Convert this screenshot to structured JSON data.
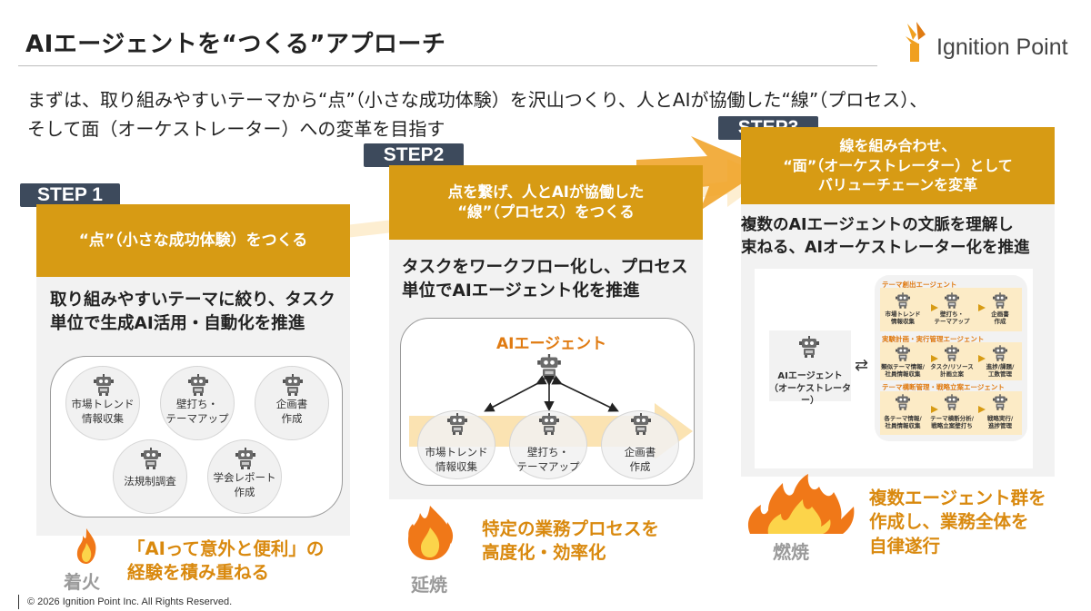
{
  "header": {
    "title": "AIエージェントを“つくる”アプローチ",
    "logo_text": "Ignition Point"
  },
  "intro": {
    "line1": "まずは、取り組みやすいテーマから“点”（小さな成功体験）を沢山つくり、人とAIが協働した“線”（プロセス）、",
    "line2": "そして面（オーケストレーター）への変革を目指す"
  },
  "step1": {
    "tag": "STEP 1",
    "header": "“点”（小さな成功体験）をつくる",
    "desc1": "取り組みやすいテーマに絞り、タスク",
    "desc2": "単位で生成AI活用・自動化を推進",
    "agents": [
      {
        "line1": "市場トレンド",
        "line2": "情報収集"
      },
      {
        "line1": "壁打ち・",
        "line2": "テーマアップ"
      },
      {
        "line1": "企画書",
        "line2": "作成"
      },
      {
        "line1": "法規制調査",
        "line2": ""
      },
      {
        "line1": "学会レポート",
        "line2": "作成"
      }
    ],
    "stage": "着火",
    "outcome1": "「AIって意外と便利」の",
    "outcome2": "経験を積み重ねる"
  },
  "step2": {
    "tag": "STEP2",
    "header1": "点を繋げ、人とAIが協働した",
    "header2": "“線”（プロセス）をつくる",
    "desc1": "タスクをワークフロー化し、プロセス",
    "desc2": "単位でAIエージェント化を推進",
    "agent_title": "AIエージェント",
    "agents": [
      {
        "line1": "市場トレンド",
        "line2": "情報収集"
      },
      {
        "line1": "壁打ち・",
        "line2": "テーマアップ"
      },
      {
        "line1": "企画書",
        "line2": "作成"
      }
    ],
    "stage": "延焼",
    "outcome1": "特定の業務プロセスを",
    "outcome2": "高度化・効率化"
  },
  "step3": {
    "tag": "STEP3",
    "header1": "線を組み合わせ、",
    "header2": "“面”（オーケストレーター）として",
    "header3": "バリューチェーンを変革",
    "desc1": "複数のAIエージェントの文脈を理解し",
    "desc2": "束ねる、AIオーケストレーター化を推進",
    "orchestrator1": "AIエージェント",
    "orchestrator2": "（オーケストレーター）",
    "swap": "⇄",
    "groups": [
      {
        "title": "テーマ創出エージェント",
        "items": [
          [
            "市場トレンド",
            "情報収集"
          ],
          [
            "壁打ち・",
            "テーマアップ"
          ],
          [
            "企画書",
            "作成"
          ]
        ]
      },
      {
        "title": "実験計画・実行管理エージェント",
        "items": [
          [
            "類似テーマ情報/",
            "社員情報収集"
          ],
          [
            "タスク/リソース",
            "計画立案"
          ],
          [
            "進捗/課題/",
            "工数管理"
          ]
        ]
      },
      {
        "title": "テーマ構断管理・戦略立案エージェント",
        "items": [
          [
            "各テーマ情報/",
            "社員情報収集"
          ],
          [
            "テーマ横断分析/",
            "戦略立案壁打ち"
          ],
          [
            "戦略実行/",
            "進捗管理"
          ]
        ]
      }
    ],
    "stage": "燃焼",
    "outcome1": "複数エージェント群を",
    "outcome2": "作成し、業務全体を",
    "outcome3": "自律遂行"
  },
  "footer": {
    "copyright": "© 2026 Ignition Point Inc. All Rights Reserved."
  },
  "colors": {
    "gold": "#d79b14",
    "step_tag": "#3d4a5c",
    "outcome": "#d9890e",
    "agent_title": "#e07b12",
    "logo_accent": "#f0a020"
  },
  "icons": [
    "logo-mark-icon",
    "robot-icon",
    "fire-icon",
    "arrow-icon",
    "swap-icon"
  ]
}
